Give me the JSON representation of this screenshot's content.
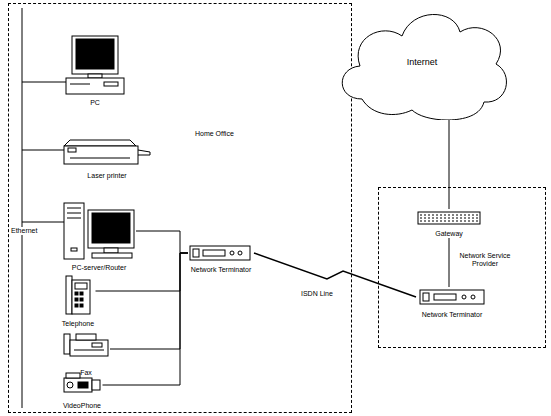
{
  "diagram": {
    "nodes": [
      {
        "text": [
          "Home Office"
        ]
      },
      {
        "text": [
          "PC"
        ],
        "in": 0
      },
      {
        "text": [
          "Laser printer"
        ],
        "in": 0
      },
      {
        "text": [
          "PC-server/Router"
        ],
        "in": 0
      },
      {
        "text": [
          "Telephone"
        ],
        "in": 0
      },
      {
        "text": [
          "Fax"
        ],
        "in": 0
      },
      {
        "text": [
          "VideoPhone"
        ],
        "in": 0
      },
      {
        "text": [
          "Network Terminator"
        ],
        "in": 0
      },
      {
        "text": [
          "Internet"
        ]
      },
      {
        "text": [
          "Network Service Provider"
        ]
      },
      {
        "text": [
          "Gateway"
        ],
        "in": 9
      },
      {
        "text": [
          "Network Terminator"
        ],
        "in": 9
      }
    ],
    "edges": [
      {
        "from": 7,
        "to": 3,
        "arrow": "none"
      },
      {
        "from": 7,
        "to": 4,
        "arrow": "none"
      },
      {
        "from": 7,
        "to": 5,
        "arrow": "none"
      },
      {
        "from": 7,
        "to": 6,
        "arrow": "none"
      },
      {
        "from": 7,
        "to": 11,
        "label": "ISDN Line",
        "arrow": "none"
      },
      {
        "from": 8,
        "to": 10,
        "arrow": "none"
      },
      {
        "from": 10,
        "to": 11,
        "arrow": "none"
      }
    ],
    "labels": [
      "Ethernet"
    ]
  }
}
